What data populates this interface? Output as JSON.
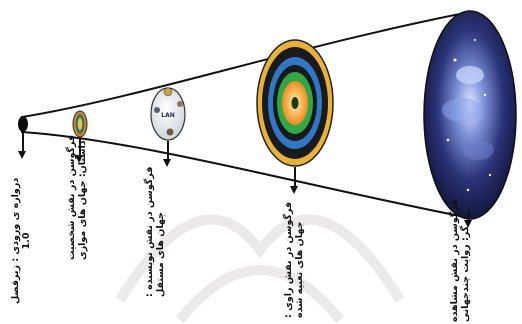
{
  "diagram": {
    "stages": [
      {
        "id": "portal",
        "label_lines": [
          "دروازه ی ورودی : زیرفصل",
          "1.0"
        ]
      },
      {
        "id": "character",
        "label_lines": [
          "فرگوسن در نقش شخصیت",
          "داستان: جهان های موازی"
        ]
      },
      {
        "id": "author",
        "label_lines": [
          "فرگوسن در نقش نویسنده :",
          "جهان های مستقل"
        ]
      },
      {
        "id": "narrator",
        "label_lines": [
          "فرگوسن در نقش راوی :",
          "جهان های تعبیه شده"
        ]
      },
      {
        "id": "observer",
        "label_lines": [
          "فرگوسن در نقش مشاهده",
          "گر: روایت چندجهانی"
        ]
      }
    ],
    "stamp_text": "LAN",
    "colors": {
      "outline": "#111111",
      "funnel_fill": "#ffffff",
      "watermark": "#e9e6e6",
      "ring_gold": "#e9b233",
      "ring_black": "#1a1a1a",
      "ring_blue": "#2e78c7",
      "ring_green": "#2fa846",
      "ring_orange": "#f08a1e",
      "galaxy_dark": "#141a4a",
      "galaxy_light": "#9fb7f2"
    }
  }
}
